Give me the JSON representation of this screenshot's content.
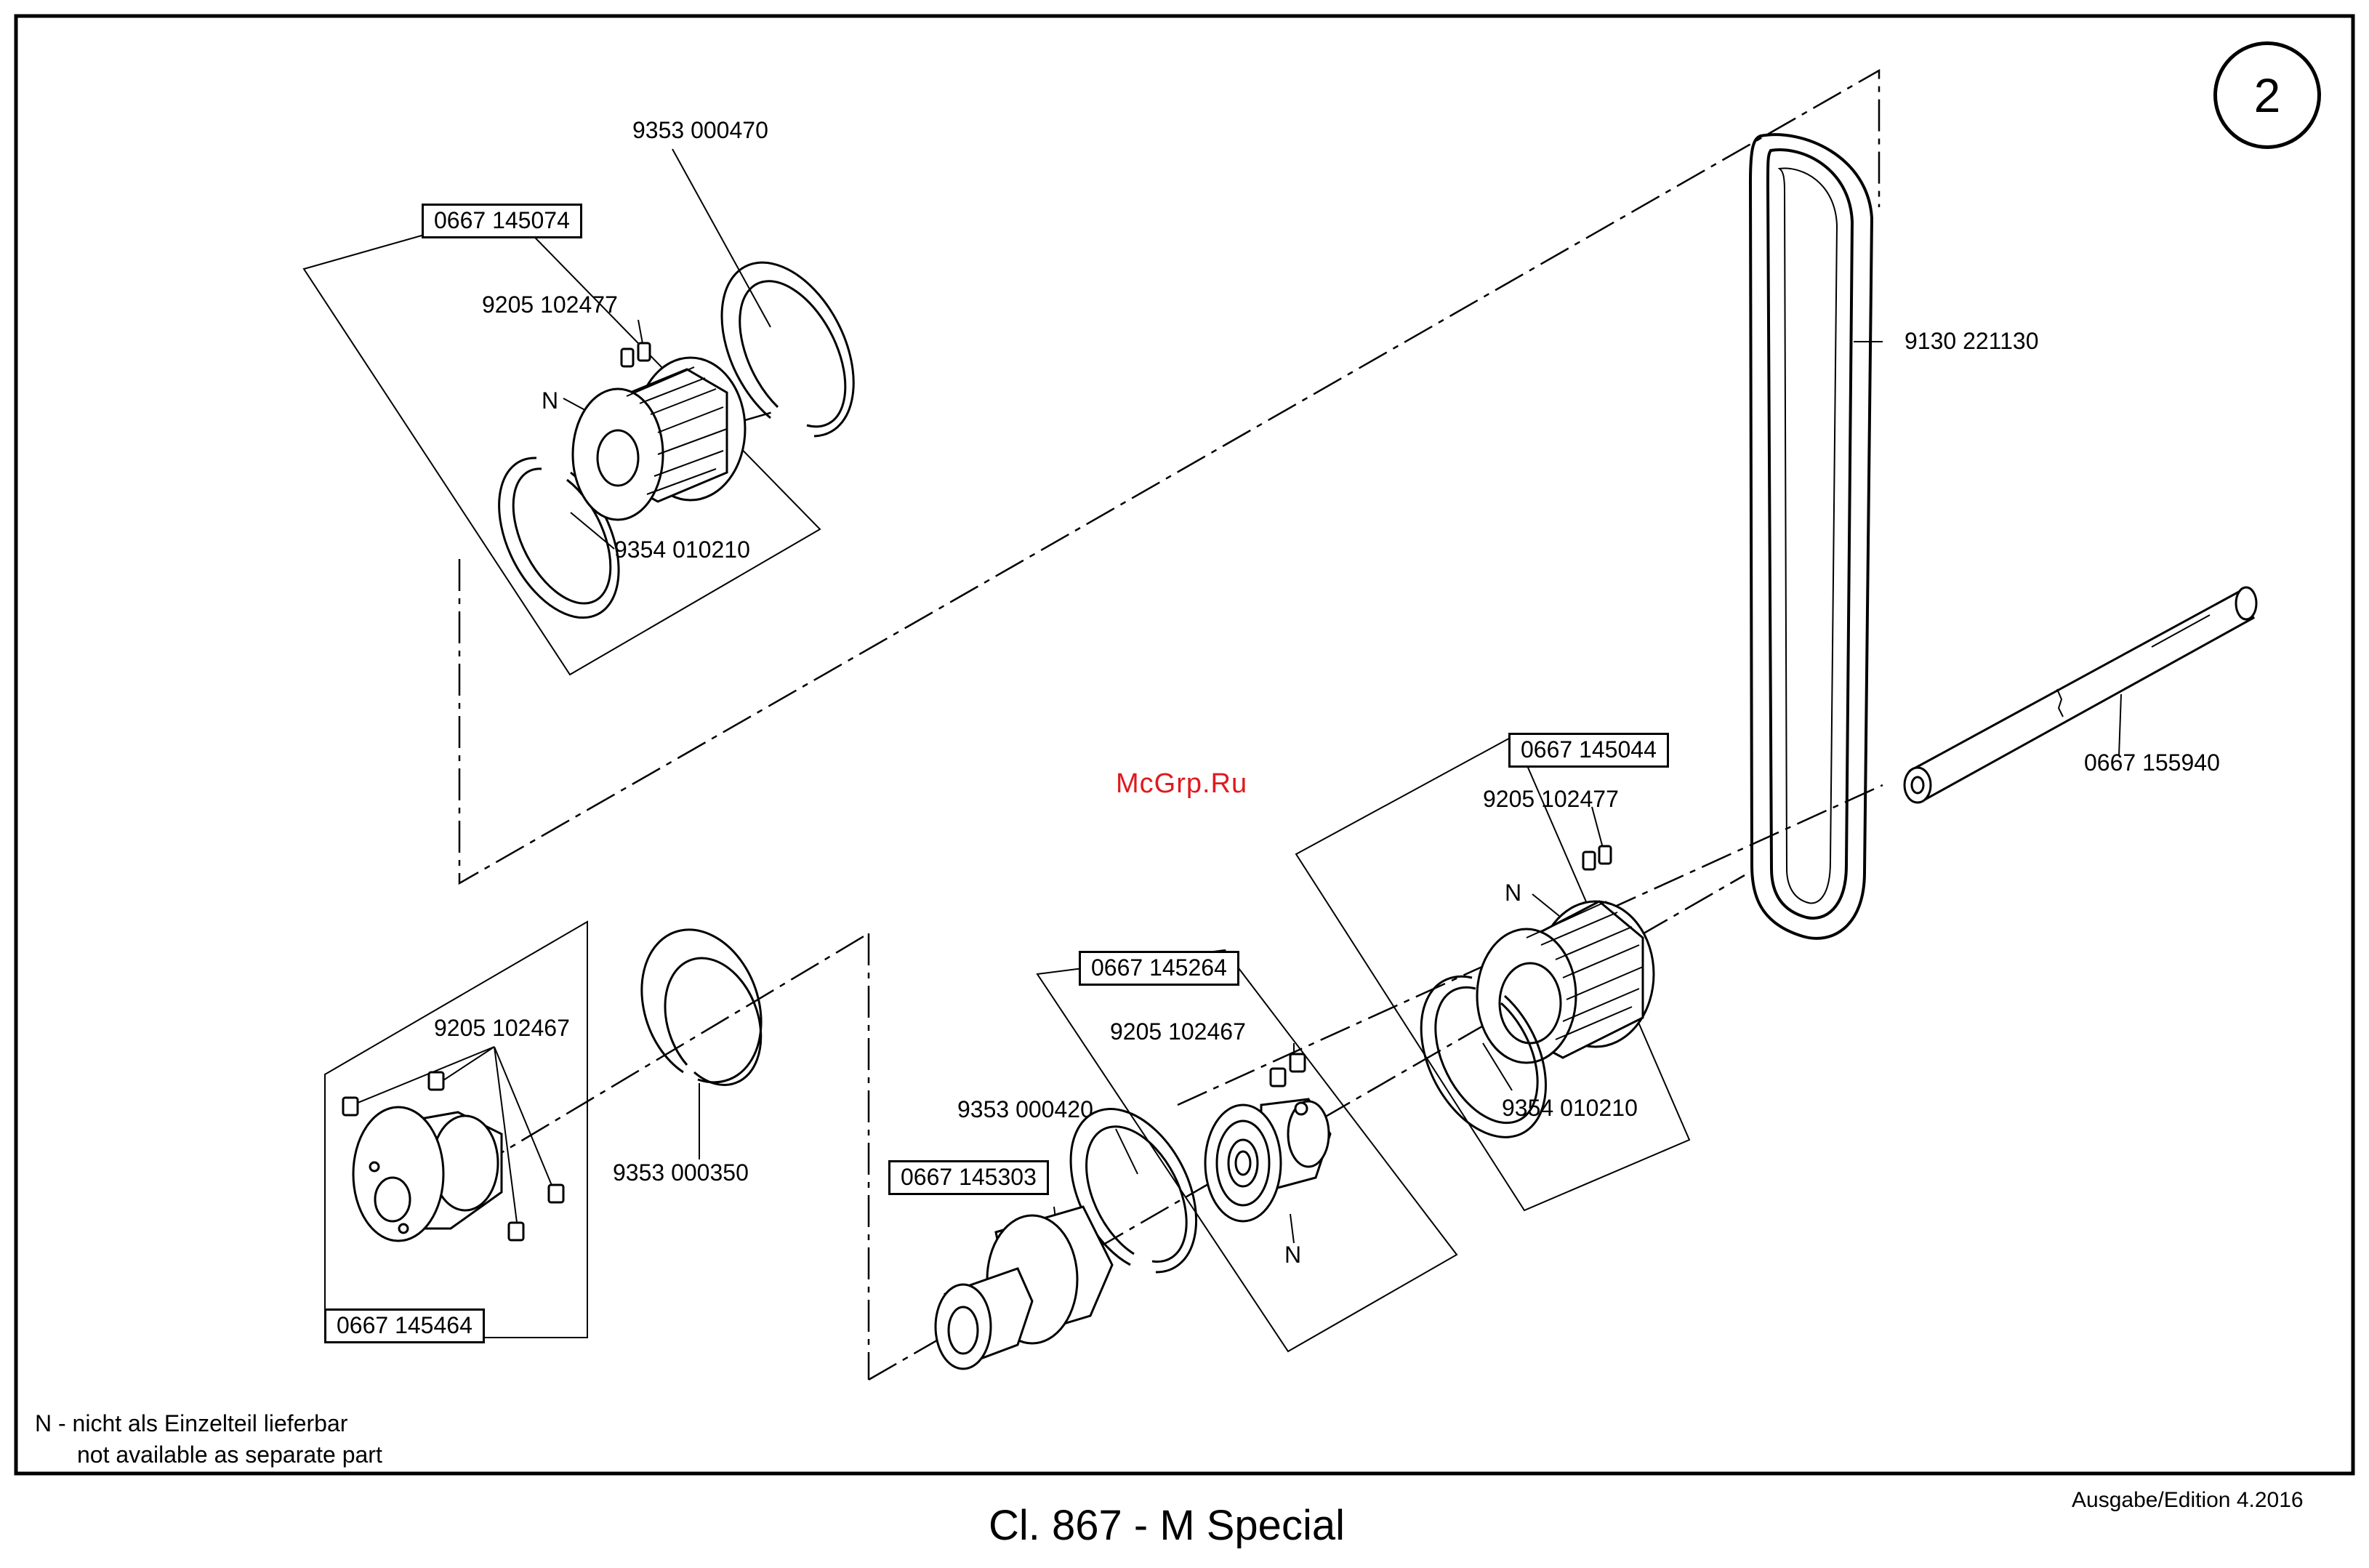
{
  "sheet": {
    "page_number": "2",
    "title": "Cl. 867 - M Special",
    "edition": "Ausgabe/Edition 4.2016",
    "watermark": "McGrp.Ru"
  },
  "note": {
    "line1": "N - nicht als Einzelteil lieferbar",
    "line2": "not available as separate part"
  },
  "assemblies": {
    "upper_pulley": "0667 145074",
    "lower_pulley": "0667 145044",
    "bearing_unit": "0667 145264",
    "hub": "0667 145464",
    "bushing": "0667 145303"
  },
  "parts": {
    "ring_upper": "9353 000470",
    "screw_upper": "9205 102477",
    "n_upper": "N",
    "snap_upper": "9354 010210",
    "belt": "9130 221130",
    "shaft": "0667 155940",
    "screw_lower": "9205 102477",
    "n_lower": "N",
    "snap_lower": "9354 010210",
    "screw_bearing": "9205 102467",
    "ring_bearing": "9353 000420",
    "n_bearing": "N",
    "screw_hub": "9205 102467",
    "ring_hub": "9353 000350"
  }
}
